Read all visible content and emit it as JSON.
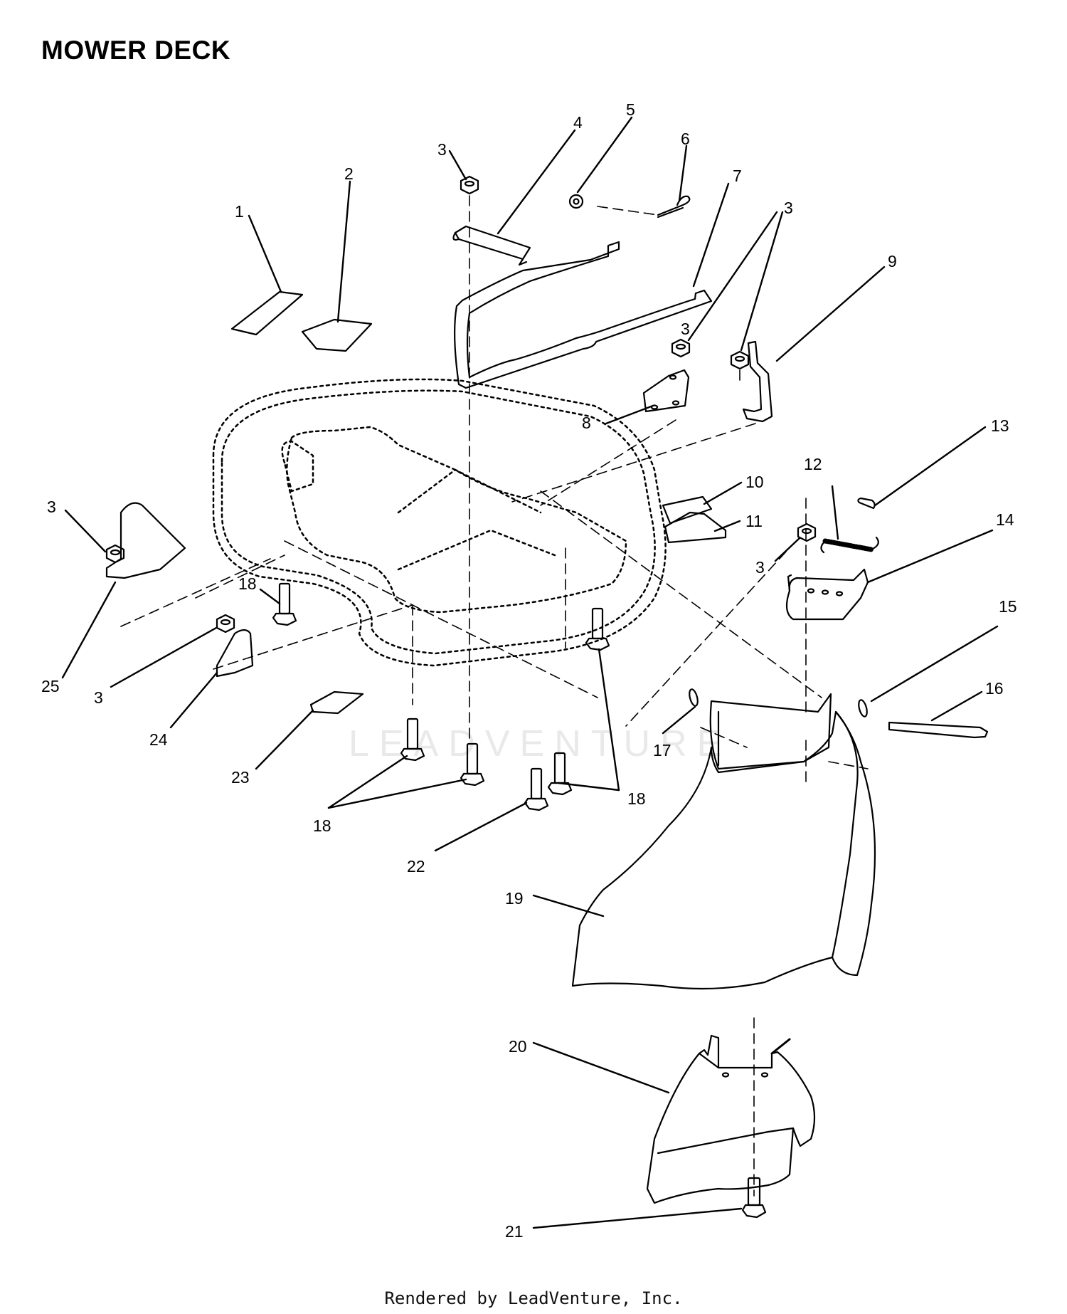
{
  "title": "MOWER DECK",
  "footer": "Rendered by LeadVenture, Inc.",
  "watermark": "LEADVENTURE",
  "callouts": [
    "1",
    "2",
    "3",
    "4",
    "5",
    "6",
    "7",
    "3",
    "9",
    "3",
    "8",
    "13",
    "12",
    "10",
    "11",
    "14",
    "3",
    "3",
    "18",
    "25",
    "3",
    "15",
    "16",
    "24",
    "17",
    "23",
    "18",
    "18",
    "22",
    "19",
    "20",
    "21"
  ]
}
